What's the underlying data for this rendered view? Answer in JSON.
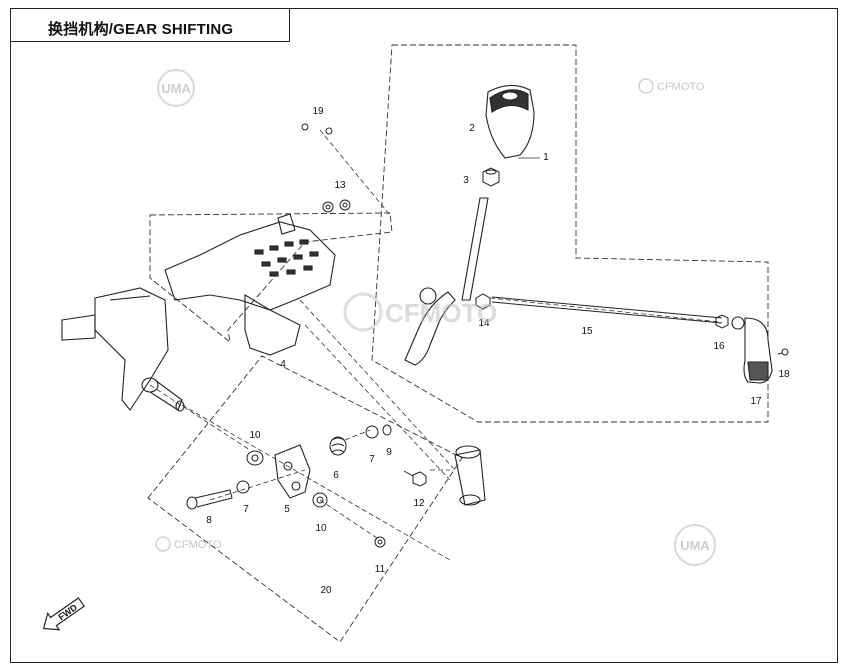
{
  "title": "换挡机构/GEAR SHIFTING",
  "watermarks": {
    "uma": "UMA",
    "cfmoto": "CFMOTO"
  },
  "fwd_label": "FWD",
  "callouts": [
    {
      "id": "1",
      "label": "1"
    },
    {
      "id": "2",
      "label": "2"
    },
    {
      "id": "3",
      "label": "3"
    },
    {
      "id": "4",
      "label": "4"
    },
    {
      "id": "5",
      "label": "5"
    },
    {
      "id": "6",
      "label": "6"
    },
    {
      "id": "7a",
      "label": "7"
    },
    {
      "id": "7b",
      "label": "7"
    },
    {
      "id": "8",
      "label": "8"
    },
    {
      "id": "9",
      "label": "9"
    },
    {
      "id": "10a",
      "label": "10"
    },
    {
      "id": "10b",
      "label": "10"
    },
    {
      "id": "11",
      "label": "11"
    },
    {
      "id": "12",
      "label": "12"
    },
    {
      "id": "13",
      "label": "13"
    },
    {
      "id": "14",
      "label": "14"
    },
    {
      "id": "15",
      "label": "15"
    },
    {
      "id": "16",
      "label": "16"
    },
    {
      "id": "17",
      "label": "17"
    },
    {
      "id": "18",
      "label": "18"
    },
    {
      "id": "19",
      "label": "19"
    },
    {
      "id": "20",
      "label": "20"
    }
  ]
}
